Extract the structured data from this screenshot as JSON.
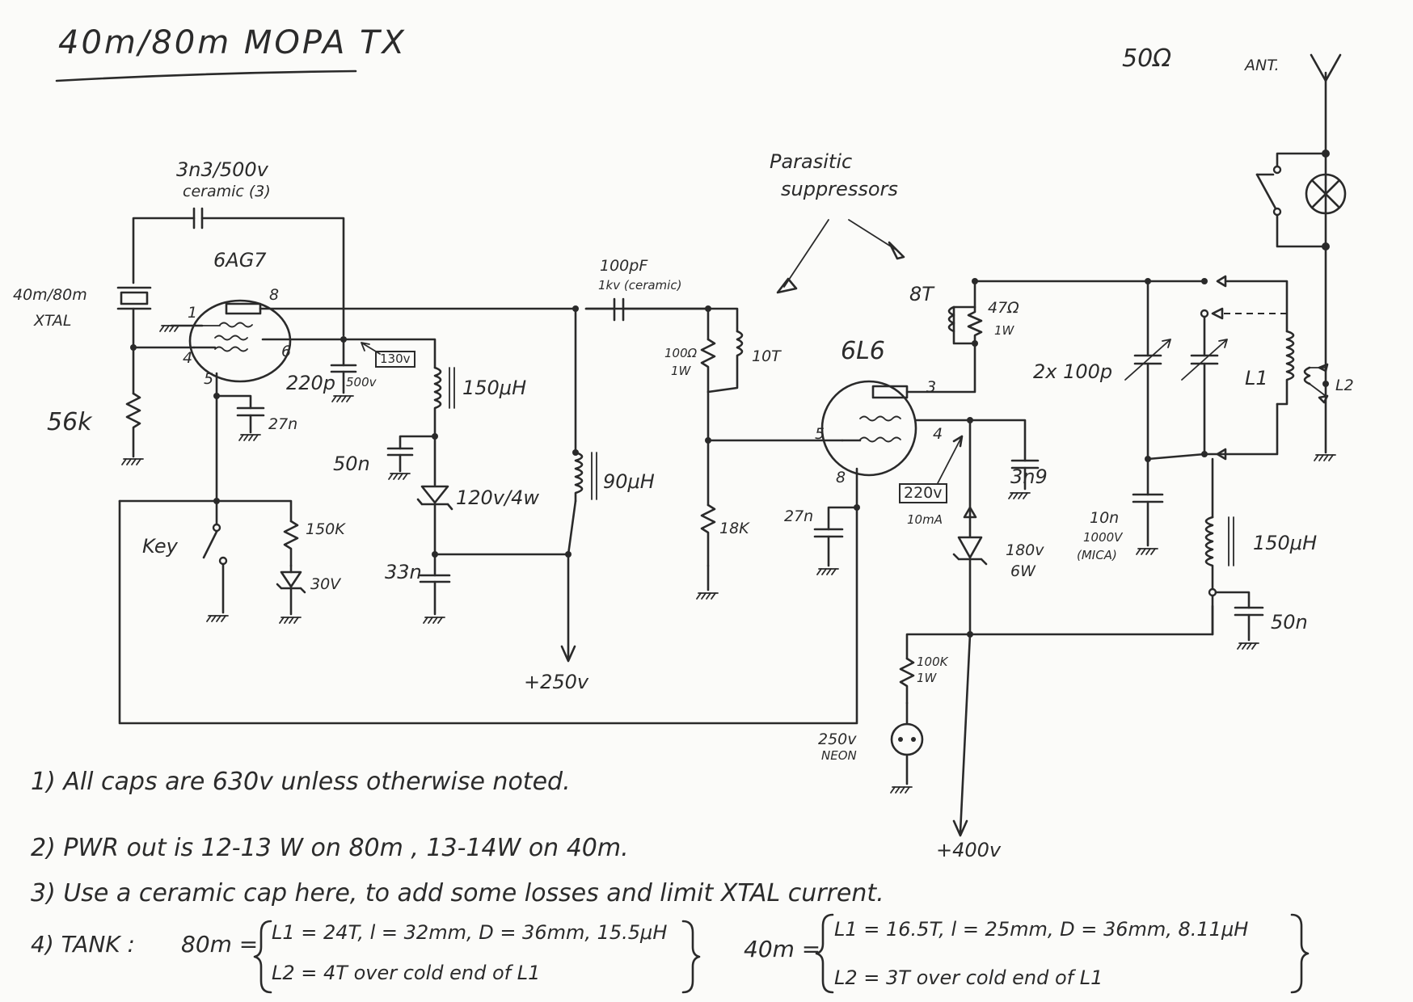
{
  "title": "40m/80m MOPA TX",
  "top_right": {
    "impedance": "50Ω",
    "antenna": "ANT."
  },
  "annotations": {
    "parasitic": "Parasitic",
    "suppressors": "suppressors"
  },
  "tubes": {
    "osc": "6AG7",
    "pa": "6L6"
  },
  "osc_pins": {
    "p1": "1",
    "p8": "8",
    "p4": "4",
    "p6": "6",
    "p5": "5"
  },
  "pa_pins": {
    "p3": "3",
    "p5": "5",
    "p4": "4",
    "p8": "8"
  },
  "components": {
    "feedback_cap": "3n3/500v",
    "feedback_cap_note": "ceramic (3)",
    "xtal": "40m/80m",
    "xtal_label": "XTAL",
    "r_grid": "56k",
    "c_plate": "220p",
    "c_plate_v": "500v",
    "v_plate_osc": "130v",
    "l_rfc1": "150μH",
    "c_50n_a": "50n",
    "zener1": "120v/4w",
    "c_33n": "33n",
    "c_27n_a": "27n",
    "key": "Key",
    "r_150k": "150K",
    "zener_30v": "30V",
    "c_coupling": "100pF",
    "c_coupling_v": "1kv (ceramic)",
    "r_100": "100Ω",
    "r_100_w": "1W",
    "l_10t": "10T",
    "l_90u": "90μH",
    "supply_250": "+250v",
    "r_18k": "18K",
    "c_27n_b": "27n",
    "l_8t": "8T",
    "r_47": "47Ω",
    "r_47_w": "1W",
    "c_3n9": "3n9",
    "v_screen": "220v",
    "i_screen": "10mA",
    "zener2": "180v",
    "zener2_w": "6W",
    "r_100k": "100K",
    "r_100k_w": "1W",
    "neon": "250v",
    "neon_label": "NEON",
    "supply_400": "+400v",
    "var_caps": "2x 100p",
    "c_10n": "10n",
    "c_10n_v": "1000V",
    "c_10n_type": "(MICA)",
    "l_rfc2": "150μH",
    "c_50n_b": "50n",
    "l1": "L1",
    "l2": "L2"
  },
  "notes": [
    "1) All caps are 630v unless otherwise noted.",
    "2) PWR out is 12-13 W on 80m , 13-14W on 40m.",
    "3) Use a ceramic cap here, to add some losses and limit XTAL current."
  ],
  "tank": {
    "label": "4) TANK :",
    "band80": "80m =",
    "band80_l1": "L1 = 24T, l = 32mm, D = 36mm, 15.5μH",
    "band80_l2": "L2 = 4T over cold end of L1",
    "band40": "40m =",
    "band40_l1": "L1 = 16.5T, l = 25mm, D = 36mm, 8.11μH",
    "band40_l2": "L2 = 3T over cold end of L1"
  }
}
